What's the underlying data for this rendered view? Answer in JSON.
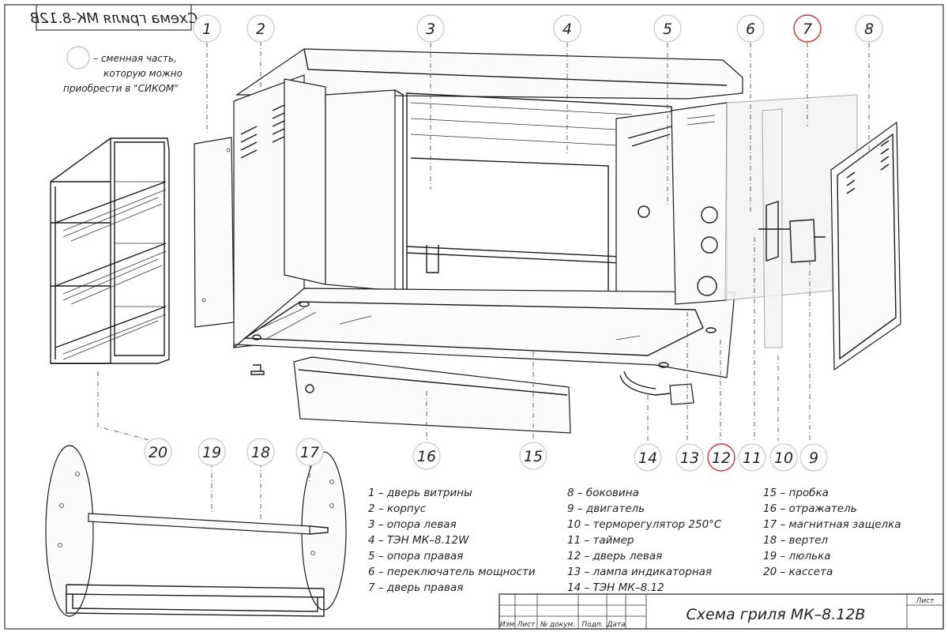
{
  "drawing": {
    "mirrored_title": "Схема гриля МК-8.12В",
    "note": {
      "line1": "– сменная часть,",
      "line2": "которую можно",
      "line3": "приобрести в \"СИКОМ\""
    },
    "title_block": {
      "title": "Схема гриля МК–8.12В",
      "sheet_label": "Лист",
      "col_izm": "Изм",
      "col_list": "Лист",
      "col_doc": "№ докум.",
      "col_sign": "Подп.",
      "col_date": "Дата"
    },
    "callouts": [
      {
        "n": "1",
        "red": false
      },
      {
        "n": "2",
        "red": false
      },
      {
        "n": "3",
        "red": false
      },
      {
        "n": "4",
        "red": false
      },
      {
        "n": "5",
        "red": false
      },
      {
        "n": "6",
        "red": false
      },
      {
        "n": "7",
        "red": true
      },
      {
        "n": "8",
        "red": false
      },
      {
        "n": "20",
        "red": false
      },
      {
        "n": "19",
        "red": false
      },
      {
        "n": "18",
        "red": false
      },
      {
        "n": "17",
        "red": false
      },
      {
        "n": "16",
        "red": false
      },
      {
        "n": "15",
        "red": false
      },
      {
        "n": "14",
        "red": false
      },
      {
        "n": "13",
        "red": false
      },
      {
        "n": "12",
        "red": true
      },
      {
        "n": "11",
        "red": false
      },
      {
        "n": "10",
        "red": false
      },
      {
        "n": "9",
        "red": false
      }
    ],
    "legend": {
      "col1": [
        "1 – дверь витрины",
        "2 – корпус",
        "3 – опора левая",
        "4 – ТЭН МК–8.12W",
        "5 – опора правая",
        "6 – переключатель мощности",
        "7 – дверь правая"
      ],
      "col2": [
        "8 – боковина",
        "9 – двигатель",
        "10 – терморегулятор 250°С",
        "11 – таймер",
        "12 – дверь левая",
        "13 – лампа индикаторная",
        "14 – ТЭН МК–8.12"
      ],
      "col3": [
        "15 – пробка",
        "16 – отражатель",
        "17 – магнитная защелка",
        "18 – вертел",
        "19 – люлька",
        "20 – кассета"
      ]
    }
  }
}
